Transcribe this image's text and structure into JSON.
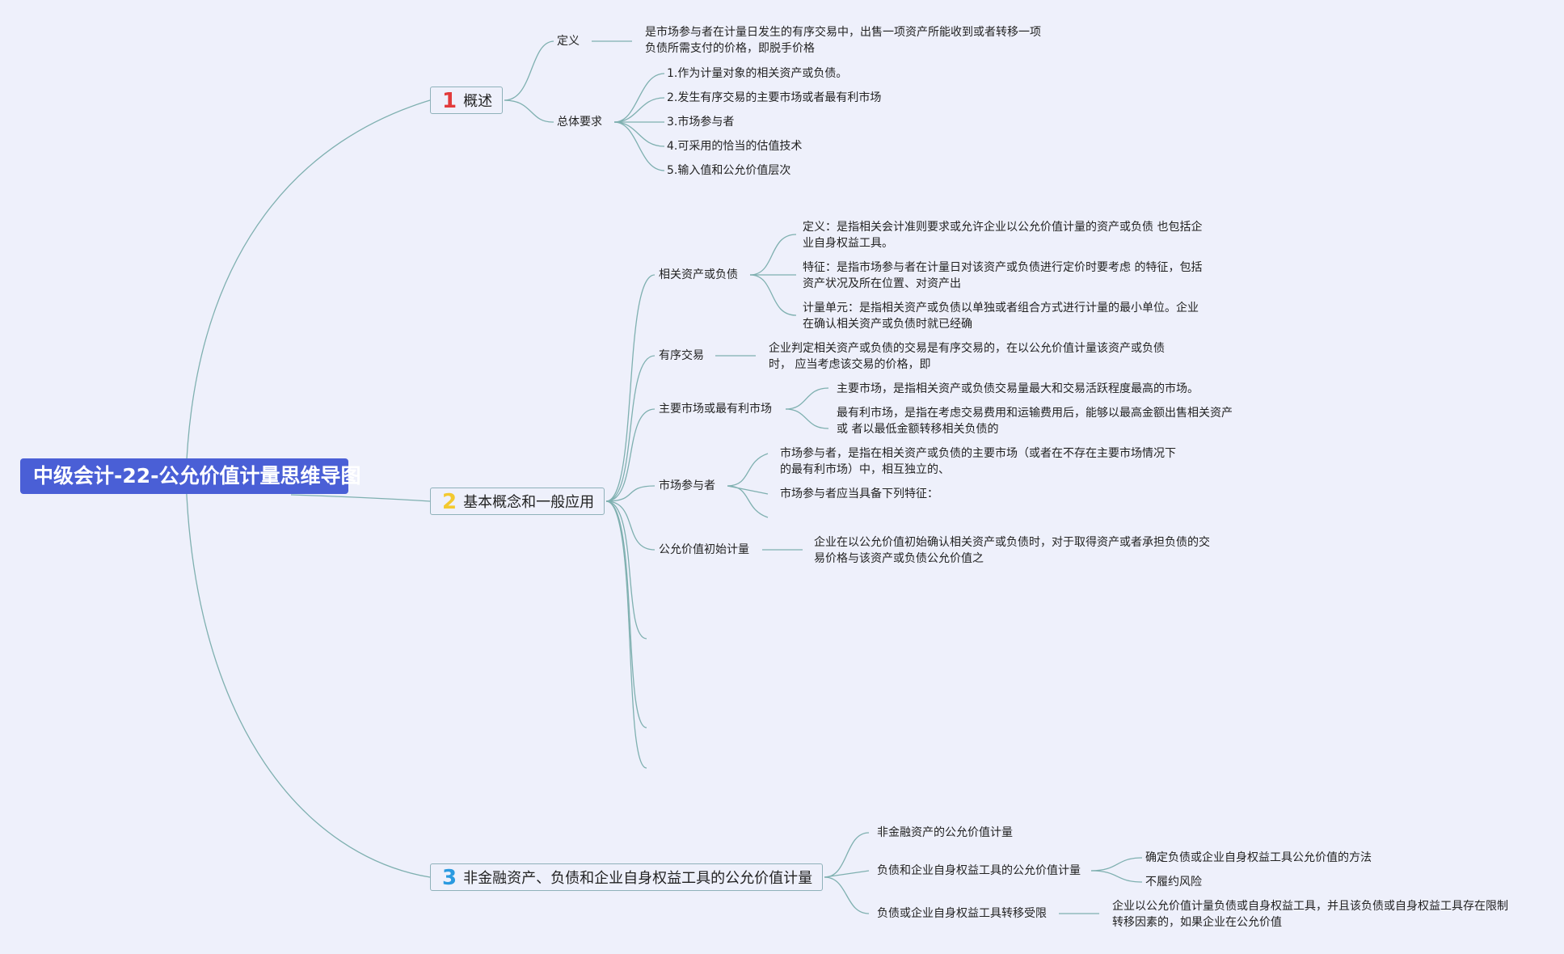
{
  "root": {
    "title": "中级会计-22-公允价值计量思维导图"
  },
  "colors": {
    "background": "#eef0fb",
    "root_fill": "#4a5fd6",
    "line": "#7fb0b0",
    "num1": "#e23b3b",
    "num2": "#f3c92f",
    "num3": "#2a9ae0"
  },
  "b1": {
    "num": "1",
    "label": "概述",
    "def_label": "定义",
    "def_text": [
      "是市场参与者在计量日发生的有序交易中，出售一项资产所能收到或者转移一项",
      "负债所需支付的价格，即脱手价格"
    ],
    "req_label": "总体要求",
    "req_items": [
      "1.作为计量对象的相关资产或负债。",
      "2.发生有序交易的主要市场或者最有利市场",
      "3.市场参与者",
      "4.可采用的恰当的估值技术",
      "5.输入值和公允价值层次"
    ]
  },
  "b2": {
    "num": "2",
    "label": "基本概念和一般应用",
    "rel_label": "相关资产或负债",
    "rel_def": [
      "定义：是指相关会计准则要求或允许企业以公允价值计量的资产或负债 也包括企",
      "业自身权益工具。"
    ],
    "rel_feat": [
      "特征：是指市场参与者在计量日对该资产或负债进行定价时要考虑 的特征，包括",
      "资产状况及所在位置、对资产出"
    ],
    "rel_unit": [
      "计量单元：是指相关资产或负债以单独或者组合方式进行计量的最小单位。企业",
      "在确认相关资产或负债时就已经确"
    ],
    "ord_label": "有序交易",
    "ord_text": [
      "企业判定相关资产或负债的交易是有序交易的，在以公允价值计量该资产或负债",
      "时， 应当考虑该交易的价格，即"
    ],
    "mkt_label": "主要市场或最有利市场",
    "mkt_main": "主要市场，是指相关资产或负债交易量最大和交易活跃程度最高的市场。",
    "mkt_best": [
      "最有利市场，是指在考虑交易费用和运输费用后，能够以最高金额出售相关资产",
      "或 者以最低金额转移相关负债的"
    ],
    "par_label": "市场参与者",
    "par_def": [
      "市场参与者，是指在相关资产或负债的主要市场（或者在不存在主要市场情况下",
      "的最有利市场）中，相互独立的、"
    ],
    "par_feat": "市场参与者应当具备下列特征：",
    "init_label": "公允价值初始计量",
    "init_text": [
      "企业在以公允价值初始确认相关资产或负债时，对于取得资产或者承担负债的交",
      "易价格与该资产或负债公允价值之"
    ]
  },
  "b3": {
    "num": "3",
    "label": "非金融资产、负债和企业自身权益工具的公允价值计量",
    "nonfin_label": "非金融资产的公允价值计量",
    "liab_label": "负债和企业自身权益工具的公允价值计量",
    "liab_method": "确定负债或企业自身权益工具公允价值的方法",
    "liab_risk": "不履约风险",
    "restr_label": "负债或企业自身权益工具转移受限",
    "restr_text": [
      "企业以公允价值计量负债或自身权益工具，并且该负债或自身权益工具存在限制",
      "转移因素的，如果企业在公允价值"
    ]
  }
}
